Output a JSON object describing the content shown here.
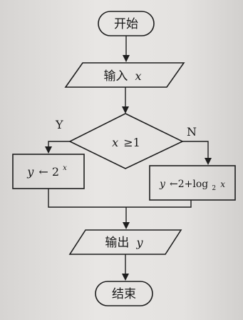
{
  "flowchart": {
    "start": "开始",
    "input": {
      "text": "输入",
      "var": "x"
    },
    "decision": {
      "var": "x",
      "op": "≥1"
    },
    "yes_label": "Y",
    "no_label": "N",
    "yes_box": {
      "var": "y",
      "assign": "←",
      "base": "2",
      "exp": "x"
    },
    "no_box": {
      "var": "y",
      "expr": "←2+log",
      "sub": "2",
      "arg": "x"
    },
    "output": {
      "text": "输出",
      "var": "y"
    },
    "end": "结束"
  }
}
